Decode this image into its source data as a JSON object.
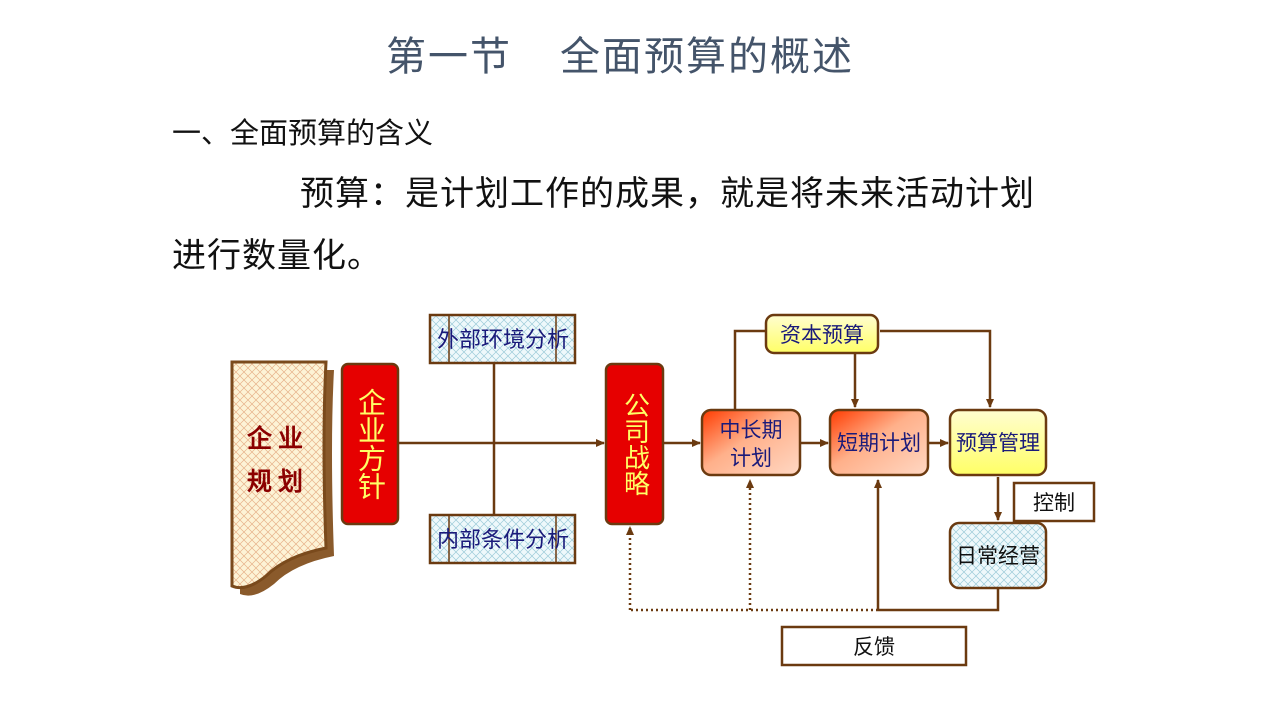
{
  "slide": {
    "title_part1": "第一节",
    "title_part2": "全面预算的概述",
    "subheading": "一、全面预算的含义",
    "definition_line1": "预算：是计划工作的成果，就是将未来活动计划",
    "definition_line2": "进行数量化。"
  },
  "diagram": {
    "enterprise_plan_line1": "企业",
    "enterprise_plan_line2": "规划",
    "policy": "企业方针",
    "external_analysis": "外部环境分析",
    "internal_analysis": "内部条件分析",
    "strategy": "公司战略",
    "longterm_line1": "中长期",
    "longterm_line2": "计划",
    "capital_budget": "资本预算",
    "shortterm": "短期计划",
    "budget_mgmt": "预算管理",
    "control": "控制",
    "daily_ops": "日常经营",
    "feedback": "反馈"
  },
  "colors": {
    "title": "#44546a",
    "line": "#6b3a10",
    "red_box": "#e60000",
    "yellow_text": "#ffff66",
    "navy_text": "#1a1a7a"
  }
}
